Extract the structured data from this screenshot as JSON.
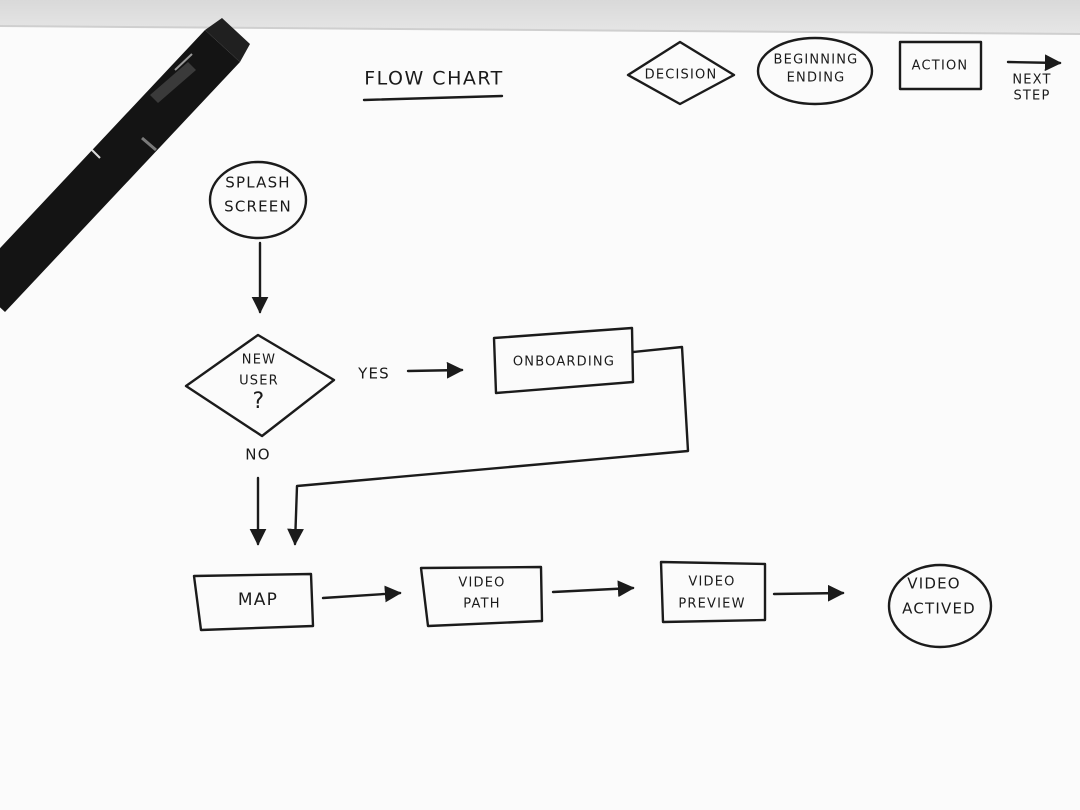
{
  "title": "FLOW CHART",
  "legend": {
    "decision": "DECISION",
    "terminal_line1": "BEGINNING",
    "terminal_line2": "ENDING",
    "action": "ACTION",
    "arrow_line1": "NEXT",
    "arrow_line2": "STEP"
  },
  "nodes": {
    "splash_line1": "SPLASH",
    "splash_line2": "SCREEN",
    "decision_line1": "NEW",
    "decision_line2": "USER",
    "decision_line3": "?",
    "onboarding": "ONBOARDING",
    "map": "MAP",
    "video_path_line1": "VIDEO",
    "video_path_line2": "PATH",
    "video_preview_line1": "VIDEO",
    "video_preview_line2": "PREVIEW",
    "video_actived_line1": "VIDEO",
    "video_actived_line2": "ACTIVED"
  },
  "edges": {
    "yes": "YES",
    "no": "NO"
  }
}
